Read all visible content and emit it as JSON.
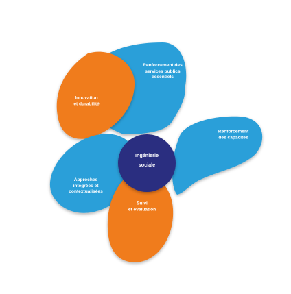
{
  "diagram": {
    "center": {
      "label": "Ingénierie\nsociale",
      "color": "#2b2f80"
    },
    "petals": [
      {
        "id": "top",
        "label": "Renforcement des\nservices publics\nessentiels",
        "color": "#2a9fd9"
      },
      {
        "id": "right",
        "label": "Renforcement\ndes capacités",
        "color": "#2a9fd9"
      },
      {
        "id": "bottom",
        "label": "Suivi\net évaluation",
        "color": "#f07c1f"
      },
      {
        "id": "left",
        "label": "Approches\nintégrées et\ncontextualisées",
        "color": "#2a9fd9"
      },
      {
        "id": "top-left",
        "label": "Innovation\net durabilité",
        "color": "#f07c1f"
      }
    ]
  }
}
